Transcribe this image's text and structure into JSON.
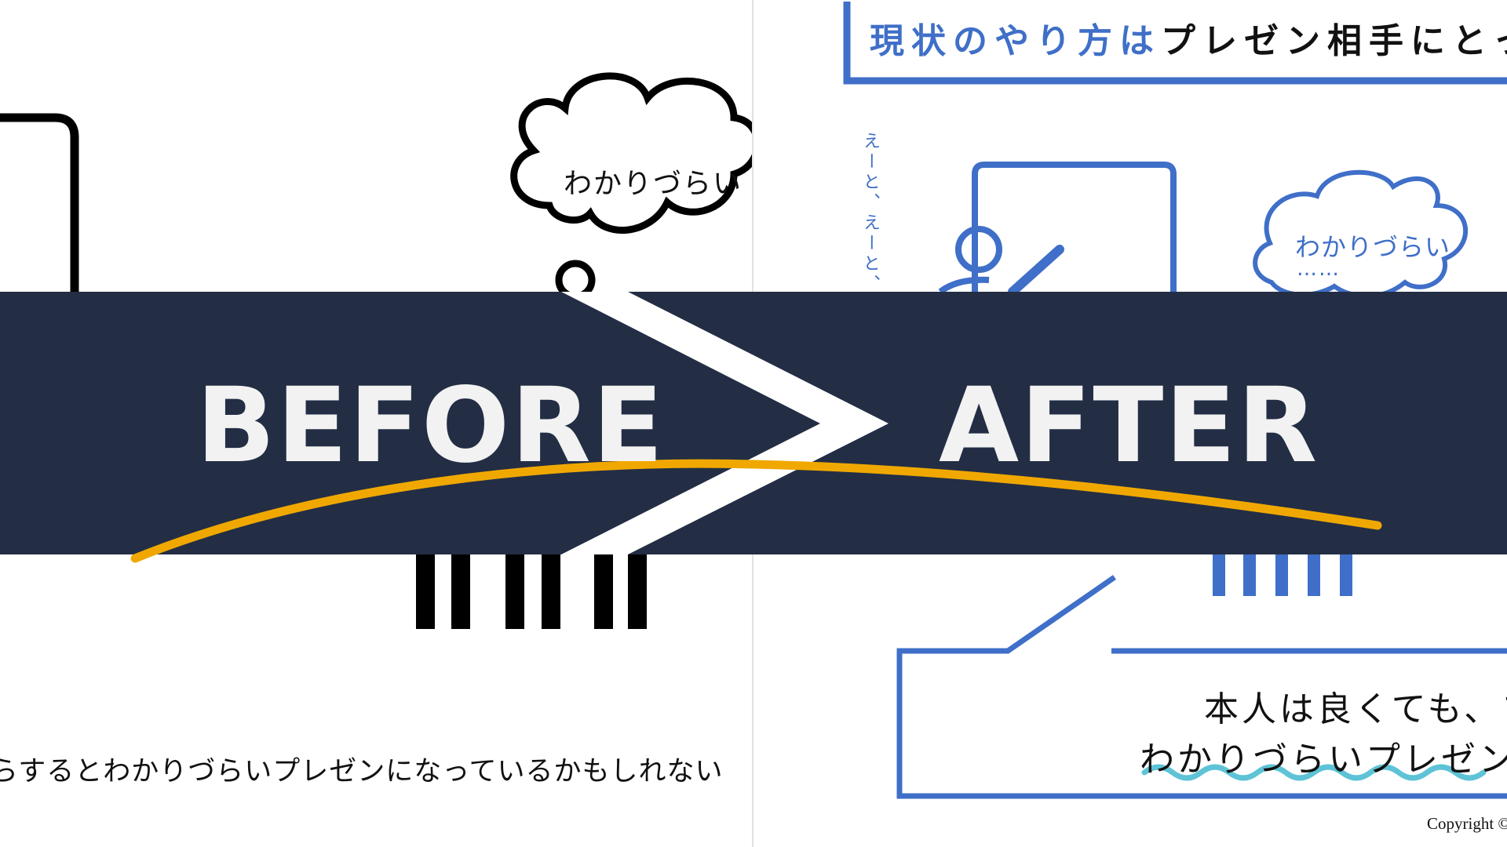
{
  "before_slide": {
    "thought_bubble": "わかりづらい",
    "caption": "らするとわかりづらいプレゼンになっているかもしれない"
  },
  "after_slide": {
    "title_highlight": "現状のやり方は",
    "title_rest": "プレゼン相手にとっ",
    "speaker_speech": "えーと、えーと、次は",
    "thought_bubble": "わかりづらい",
    "thought_bubble_sub": "……",
    "box_line1": "本人は良くても、プ",
    "box_line2": "わかりづらいプレゼンに",
    "copyright": "Copyright ©"
  },
  "banner": {
    "before_label": "BEFORE",
    "after_label": "AFTER"
  },
  "colors": {
    "banner": "#232e45",
    "after_blue": "#3f6fc8",
    "swoosh": "#f0a800",
    "wavy_underline": "#5ec3d6",
    "banner_text": "#f2f2f2"
  }
}
